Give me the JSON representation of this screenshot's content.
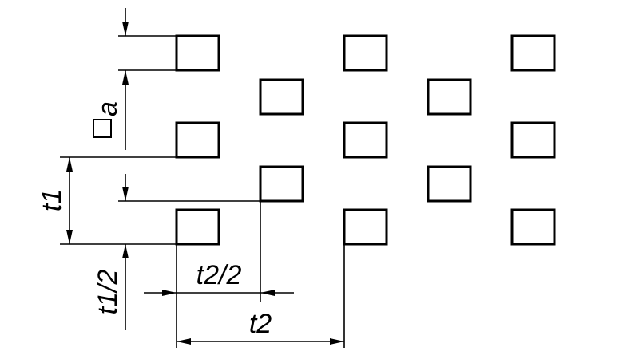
{
  "labels": {
    "side": "a",
    "pitch_row": "t1",
    "half_pitch_row": "t1/2",
    "half_pitch_col": "t2/2",
    "pitch_col": "t2"
  },
  "pattern": {
    "shape": "square",
    "arrangement": "staggered",
    "outer_rows": 3,
    "outer_columns": 3,
    "inner_rows": 2,
    "inner_columns": 2,
    "outline_color": "#000000",
    "background_color": "#ffffff"
  }
}
